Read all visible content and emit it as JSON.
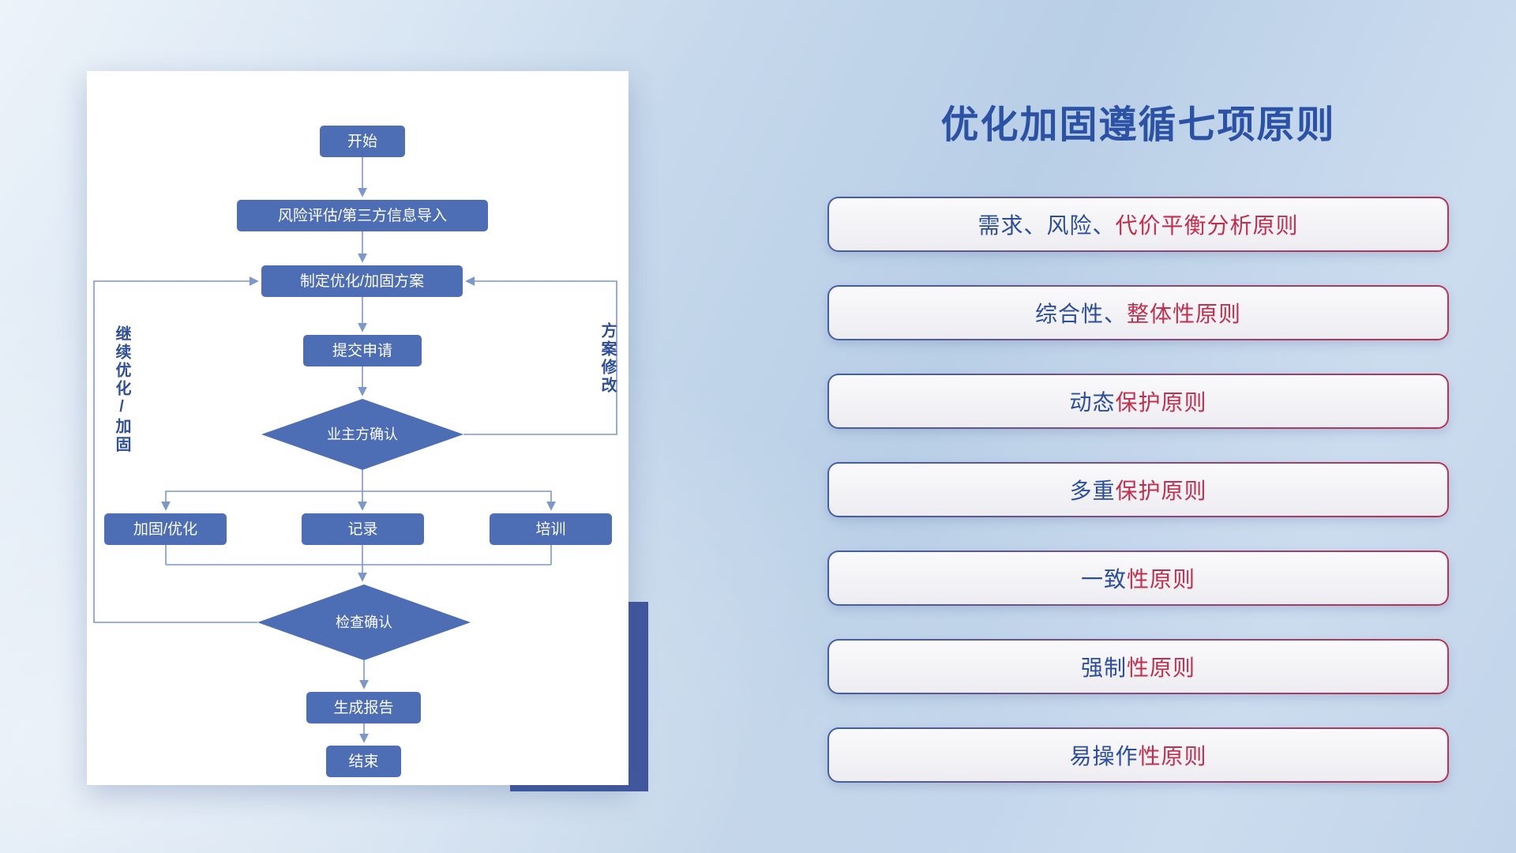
{
  "colors": {
    "blue": "#2b4da0",
    "red": "#c22f4e",
    "node_fill": "#4d6db4",
    "connector": "#7b97cc",
    "accent_block": "#40579e",
    "title_blue": "#2b52a5"
  },
  "flowchart": {
    "nodes": {
      "start": "开始",
      "risk": "风险评估/第三方信息导入",
      "plan": "制定优化/加固方案",
      "submit": "提交申请",
      "owner_confirm": "业主方确认",
      "harden": "加固/优化",
      "record": "记录",
      "train": "培训",
      "check_confirm": "检查确认",
      "report": "生成报告",
      "end": "结束"
    },
    "edge_labels": {
      "left_loop": "继续优化/加固",
      "right_loop": "方案修改"
    }
  },
  "panel": {
    "title": "优化加固遵循七项原则"
  },
  "principles": {
    "items": [
      {
        "segments": [
          {
            "text": "需求、风险、",
            "color": "blue"
          },
          {
            "text": "代价平衡分析原则",
            "color": "red"
          }
        ]
      },
      {
        "segments": [
          {
            "text": "综合性、",
            "color": "blue"
          },
          {
            "text": "整体性原则",
            "color": "red"
          }
        ]
      },
      {
        "segments": [
          {
            "text": "动态",
            "color": "blue"
          },
          {
            "text": "保护原则",
            "color": "red"
          }
        ]
      },
      {
        "segments": [
          {
            "text": "多重",
            "color": "blue"
          },
          {
            "text": "保护原则",
            "color": "red"
          }
        ]
      },
      {
        "segments": [
          {
            "text": "一致",
            "color": "blue"
          },
          {
            "text": "性原则",
            "color": "red"
          }
        ]
      },
      {
        "segments": [
          {
            "text": "强制",
            "color": "blue"
          },
          {
            "text": "性原则",
            "color": "red"
          }
        ]
      },
      {
        "segments": [
          {
            "text": "易操作",
            "color": "blue"
          },
          {
            "text": "性原则",
            "color": "red"
          }
        ]
      }
    ]
  }
}
